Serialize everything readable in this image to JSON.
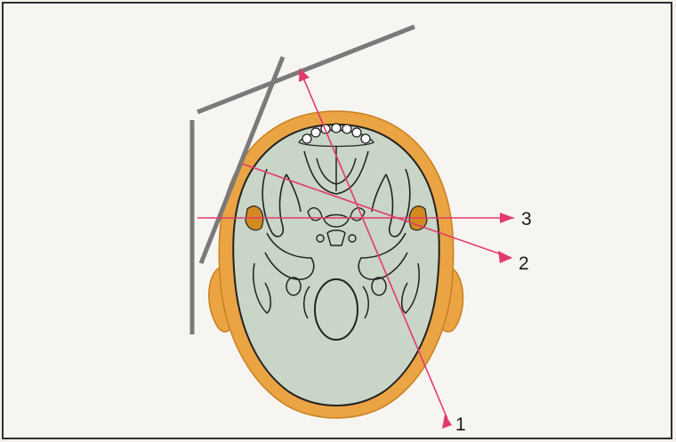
{
  "figure": {
    "colors": {
      "background": "#f4f1ec",
      "border": "#2f2f2f",
      "skin": "#eba444",
      "bone": "#c9d5c6",
      "bone_outline": "#222222",
      "plate": "#7a7a7a",
      "ray": "#e23a6e",
      "ear_cartilage": "#d2891f"
    },
    "labels": {
      "ray_1": "1",
      "ray_2": "2",
      "ray_3": "3"
    }
  }
}
